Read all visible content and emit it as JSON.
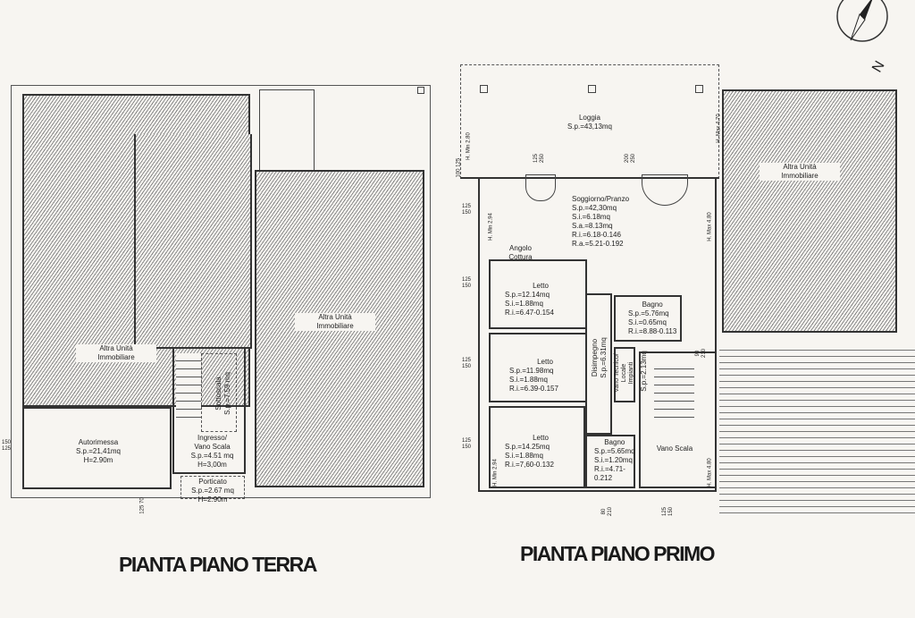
{
  "ground_floor": {
    "title": "PIANTA PIANO TERRA",
    "rooms": {
      "other_unit_left": {
        "name": "Altra Unità",
        "name2": "Immobiliare"
      },
      "other_unit_right": {
        "name": "Altra Unità",
        "name2": "Immobiliare"
      },
      "garage": {
        "name": "Autorimessa",
        "sp": "S.p.=21,41mq",
        "h": "H=2.90m"
      },
      "entrance": {
        "name": "Ingresso/",
        "name2": "Vano Scala",
        "sp": "S.p.=4.51 mq",
        "h": "H=3,00m"
      },
      "understair": {
        "name": "Sottoscala",
        "sp": "S.p.=7.59 mq"
      },
      "porch": {
        "name": "Porticato",
        "sp": "S.p.=2.67 mq",
        "h": "H=2.90m"
      }
    },
    "dimensions": {
      "door_bottom": "125",
      "door_bottom2": "70",
      "window_left": "150",
      "window_left2": "125"
    }
  },
  "first_floor": {
    "title": "PIANTA PIANO PRIMO",
    "rooms": {
      "loggia": {
        "name": "Loggia",
        "sp": "S.p.=43,13mq"
      },
      "living": {
        "name": "Soggiorno/Pranzo",
        "sp": "S.p.=42,30mq",
        "si": "S.i.=6.18mq",
        "sa": "S.a.=8.13mq",
        "ri": "R.i.=6.18-0.146",
        "ra": "R.a.=5.21-0.192"
      },
      "kitchen": {
        "name": "Angolo",
        "name2": "Cottura"
      },
      "bedroom1": {
        "name": "Letto",
        "sp": "S.p.=12.14mq",
        "si": "S.i.=1.88mq",
        "ri": "R.i.=6.47-0.154"
      },
      "bedroom2": {
        "name": "Letto",
        "sp": "S.p.=11.98mq",
        "si": "S.i.=1.88mq",
        "ri": "R.i.=6.39-0.157"
      },
      "bedroom3": {
        "name": "Letto",
        "sp": "S.p.=14.25mq",
        "si": "S.i.=1.88mq",
        "ri": "R.i.=7,60-0.132"
      },
      "hallway": {
        "name": "Disimpegno",
        "sp": "S.p.=6.31mq"
      },
      "bathroom1": {
        "name": "Bagno",
        "sp": "S.p.=5.76mq",
        "si": "S.i.=0.65mq",
        "ri": "R.i.=8.88-0.113"
      },
      "technical": {
        "name": "Vano Tecnico/",
        "name2": "Locale",
        "name3": "Impianti",
        "sp": "S.p.=2.13mq"
      },
      "bathroom2": {
        "name": "Bagno",
        "sp": "S.p.=5.65mq",
        "si": "S.i.=1.20mq",
        "ri": "R.i.=4.71-",
        "ri2": "0.212"
      },
      "stairwell": {
        "name": "Vano Scala"
      },
      "other_unit": {
        "name": "Altra Unità",
        "name2": "Immobiliare"
      }
    },
    "dimensions": {
      "door1": "125",
      "door1b": "250",
      "door2": "200",
      "door2b": "250",
      "h_min_loggia": "H. Min 2.80",
      "h_max_loggia": "H. Max 4.70",
      "h_min_living": "H. Min 2.94",
      "h_max_living": "H. Max 4.80",
      "h_min_bed": "H. Min 2.94",
      "h_max_stair": "H. Max 4.80",
      "w1": "125",
      "w1b": "150",
      "w2": "125",
      "w2b": "150",
      "w3": "125",
      "w3b": "150",
      "w4": "125",
      "w4b": "150",
      "door_right": "90",
      "door_rightb": "210",
      "bottom1": "80",
      "bottom1b": "210",
      "bottom2": "125",
      "bottom2b": "150",
      "loggia_w": "100",
      "loggia_wb": "125"
    }
  },
  "compass": {
    "label": "N"
  }
}
